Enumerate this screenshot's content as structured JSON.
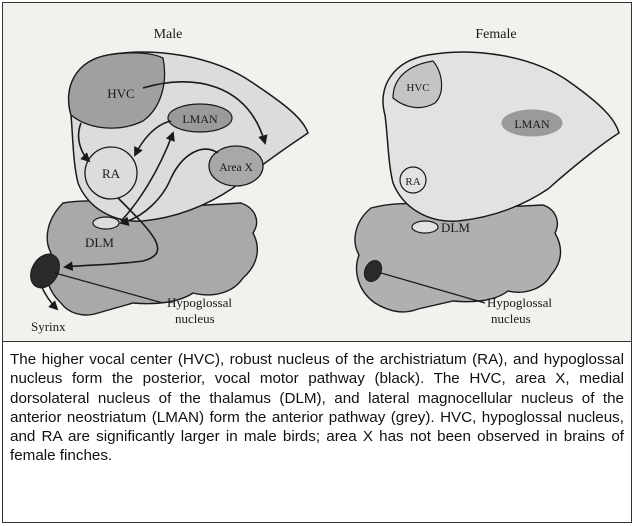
{
  "panels": {
    "male": {
      "title": "Male",
      "labels": {
        "hvc": "HVC",
        "lman": "LMAN",
        "ra": "RA",
        "area_x": "Area X",
        "dlm": "DLM",
        "hypoglossal_line1": "Hypoglossal",
        "hypoglossal_line2": "nucleus",
        "syrinx": "Syrinx"
      }
    },
    "female": {
      "title": "Female",
      "labels": {
        "hvc": "HVC",
        "lman": "LMAN",
        "ra": "RA",
        "dlm": "DLM",
        "hypoglossal_line1": "Hypoglossal",
        "hypoglossal_line2": "nucleus"
      }
    }
  },
  "caption": "The higher vocal center (HVC), robust nucleus of the archistriatum (RA), and hypoglossal nucleus form the posterior, vocal motor pathway (black). The HVC, area X, medial dorsolateral nucleus of the thalamus (DLM), and lateral magnocellular nucleus of the anterior neostriatum (LMAN) form the anterior pathway (grey). HVC, hypoglossal nucleus, and RA are significantly larger in male birds; area X has not been observed in brains of female finches.",
  "colors": {
    "brain_fill": "#dcdcdc",
    "nucleus_grey": "#9a9a9a",
    "nucleus_dark": "#2a2a2a",
    "outline": "#1a1a1a"
  }
}
